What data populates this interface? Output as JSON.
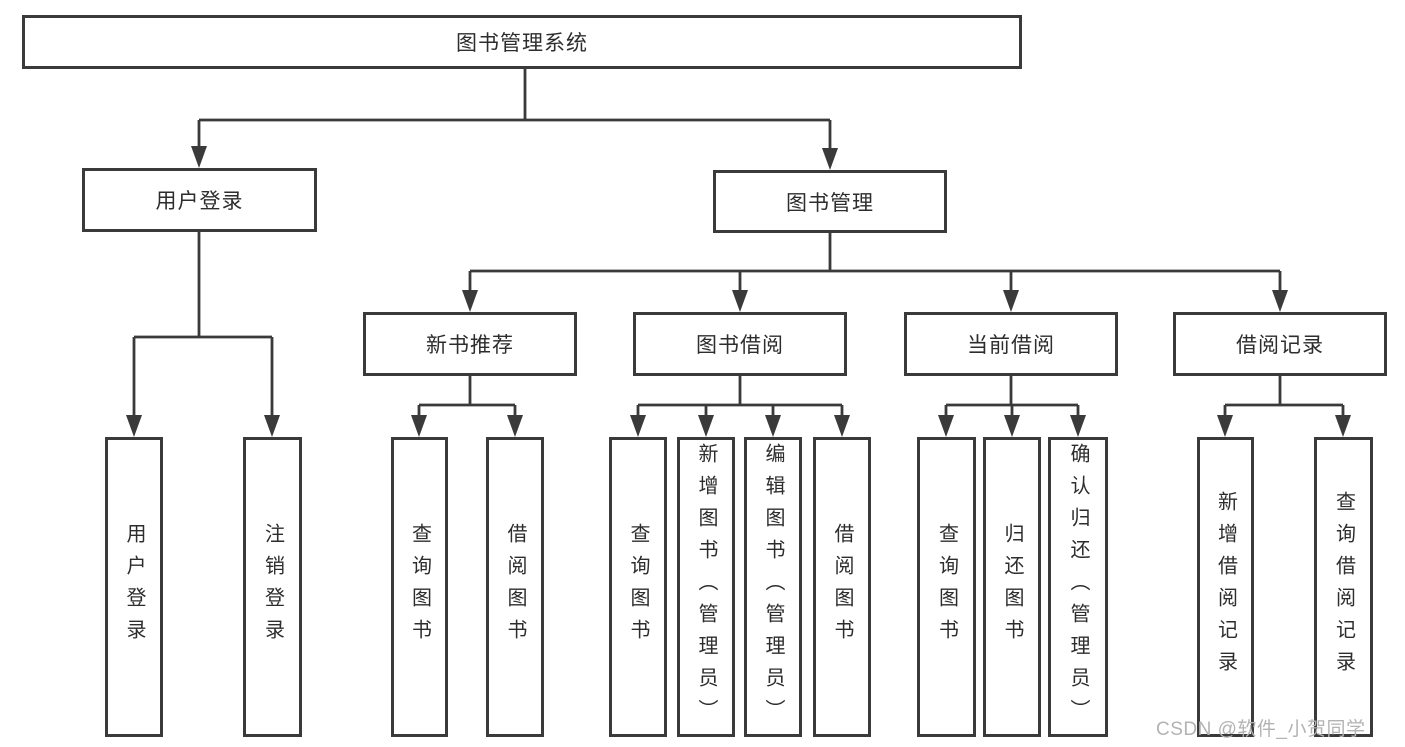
{
  "colors": {
    "line": "#3a3a3a",
    "box_border": "#3a3a3a",
    "text": "#2d2d2d",
    "background": "#ffffff",
    "watermark": "#b3b3b3"
  },
  "tree": {
    "root": {
      "label": "图书管理系统"
    },
    "branches": [
      {
        "label": "用户登录",
        "children": [
          {
            "label": "用户登录"
          },
          {
            "label": "注销登录"
          }
        ]
      },
      {
        "label": "图书管理",
        "children": [
          {
            "label": "新书推荐",
            "children": [
              {
                "label": "查询图书"
              },
              {
                "label": "借阅图书"
              }
            ]
          },
          {
            "label": "图书借阅",
            "children": [
              {
                "label": "查询图书"
              },
              {
                "label": "新增图书（管理员）"
              },
              {
                "label": "编辑图书（管理员）"
              },
              {
                "label": "借阅图书"
              }
            ]
          },
          {
            "label": "当前借阅",
            "children": [
              {
                "label": "查询图书"
              },
              {
                "label": "归还图书"
              },
              {
                "label": "确认归还（管理员）"
              }
            ]
          },
          {
            "label": "借阅记录",
            "children": [
              {
                "label": "新增借阅记录"
              },
              {
                "label": "查询借阅记录"
              }
            ]
          }
        ]
      }
    ]
  },
  "watermark": "CSDN @软件_小贺同学"
}
